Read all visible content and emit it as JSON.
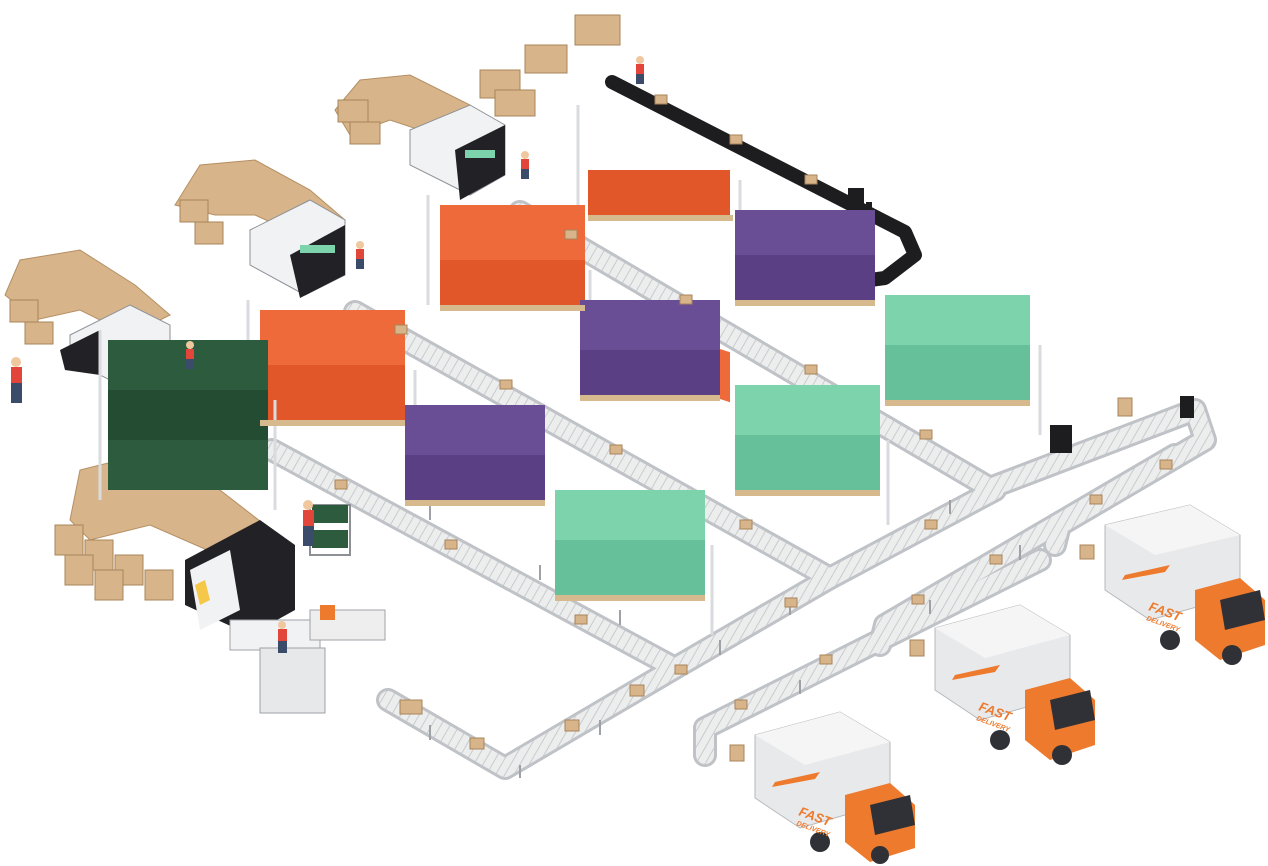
{
  "scene": "isometric warehouse fulfillment center",
  "colors": {
    "background": "#ffffff",
    "conveyor": "#e6e7e8",
    "conveyor_edge": "#bfc2c6",
    "black_conveyor": "#1d1d1f",
    "rack_frame": "#d9dbde",
    "pallet": "#d7b98e",
    "barrel_orange": "#ef6a3a",
    "crate_purple": "#6a4e95",
    "crate_mint": "#7cd3ac",
    "crate_darkgreen": "#2c5b3d",
    "cardboard": "#d8b48a",
    "truck_cab": "#ee7a2d",
    "truck_box": "#e8e9eb",
    "machine_black": "#222226",
    "machine_white": "#f1f2f3",
    "worker_shirt": "#e2453a",
    "worker_pants": "#3b4c6b"
  },
  "trucks": [
    {
      "name": "truck-1",
      "logo_line1": "FAST",
      "logo_line2": "DELIVERY"
    },
    {
      "name": "truck-2",
      "logo_line1": "FAST",
      "logo_line2": "DELIVERY"
    },
    {
      "name": "truck-3",
      "logo_line1": "FAST",
      "logo_line2": "DELIVERY"
    }
  ],
  "icons": {
    "machine": "packaging-machine-icon",
    "worker": "worker-icon",
    "truck": "delivery-truck-icon",
    "rack": "pallet-rack-icon",
    "box": "cardboard-box-icon"
  }
}
